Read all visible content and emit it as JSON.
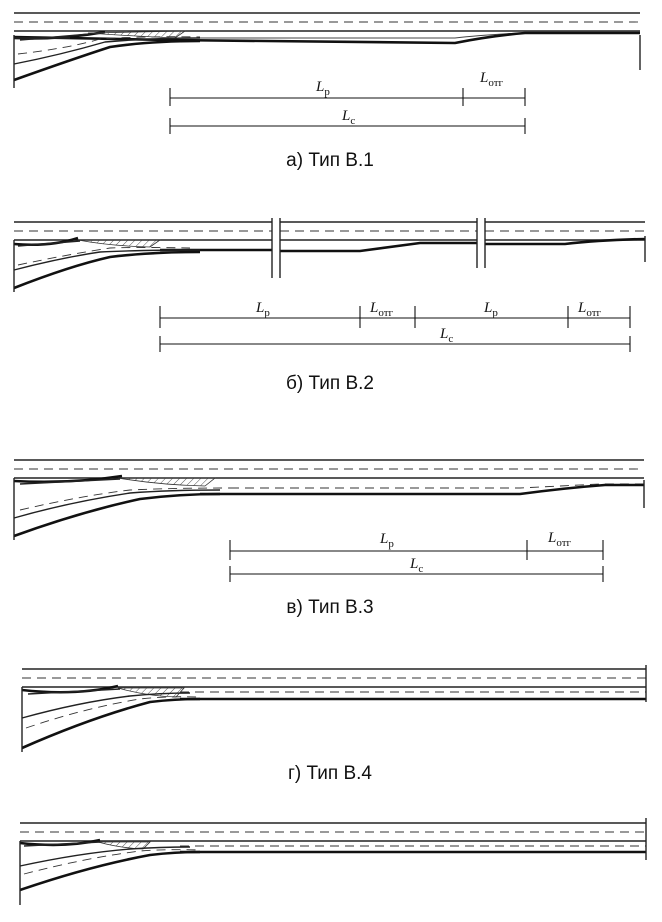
{
  "panels": [
    {
      "caption": "а) Тип В.1",
      "dims": [
        {
          "main": "L",
          "sub": "р"
        },
        {
          "main": "L",
          "sub": "отг"
        },
        {
          "main": "L",
          "sub": "c"
        }
      ]
    },
    {
      "caption": "б) Тип В.2",
      "dims": [
        {
          "main": "L",
          "sub": "р"
        },
        {
          "main": "L",
          "sub": "отг"
        },
        {
          "main": "L",
          "sub": "р"
        },
        {
          "main": "L",
          "sub": "отг"
        },
        {
          "main": "L",
          "sub": "c"
        }
      ]
    },
    {
      "caption": "в) Тип В.3",
      "dims": [
        {
          "main": "L",
          "sub": "р"
        },
        {
          "main": "L",
          "sub": "отг"
        },
        {
          "main": "L",
          "sub": "c"
        }
      ]
    },
    {
      "caption": "г) Тип В.4",
      "dims": []
    },
    {
      "caption": "",
      "dims": []
    }
  ]
}
